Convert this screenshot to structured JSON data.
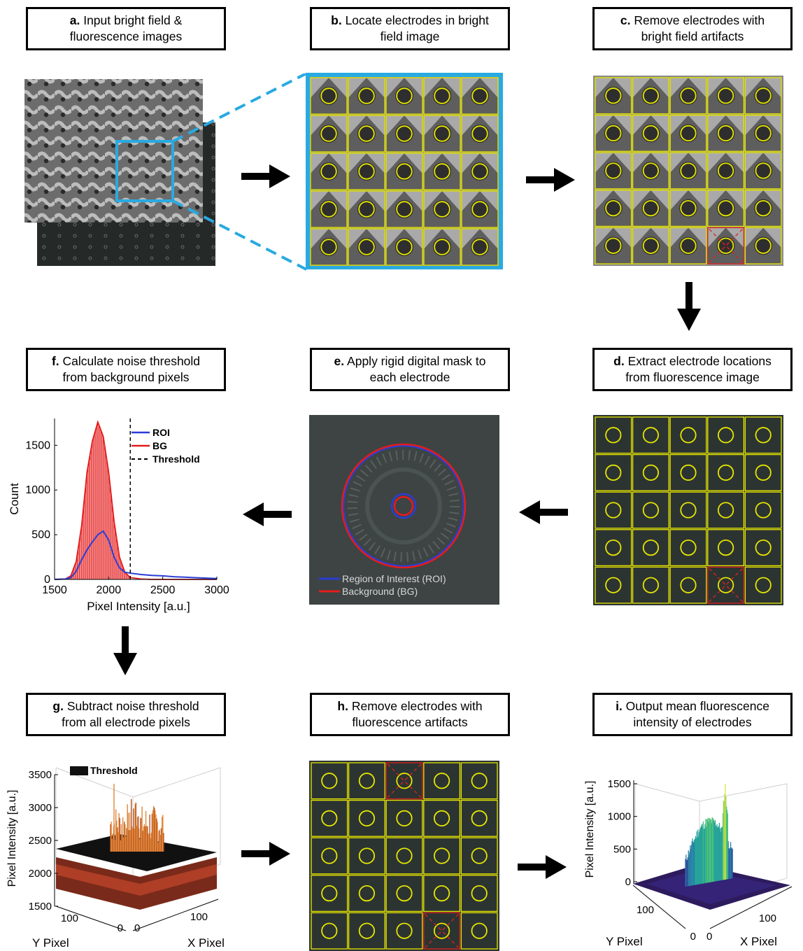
{
  "steps": {
    "a": {
      "letter": "a.",
      "line1": "Input bright field &",
      "line2": "fluorescence images"
    },
    "b": {
      "letter": "b.",
      "line1": "Locate electrodes in bright",
      "line2": "field image"
    },
    "c": {
      "letter": "c.",
      "line1": "Remove electrodes with",
      "line2": "bright field artifacts"
    },
    "d": {
      "letter": "d.",
      "line1": "Extract electrode locations",
      "line2": "from fluorescence image"
    },
    "e": {
      "letter": "e.",
      "line1": "Apply rigid digital mask to",
      "line2": "each electrode"
    },
    "f": {
      "letter": "f.",
      "line1": "Calculate noise threshold",
      "line2": "from background pixels"
    },
    "g": {
      "letter": "g.",
      "line1": "Subtract noise threshold",
      "line2": "from all electrode pixels"
    },
    "h": {
      "letter": "h.",
      "line1": "Remove electrodes with",
      "line2": "fluorescence artifacts"
    },
    "i": {
      "letter": "i.",
      "line1": "Output mean fluorescence",
      "line2": "intensity of electrodes"
    }
  },
  "grids": {
    "rows": 5,
    "cols": 5,
    "c_removed": [
      [
        4,
        3
      ]
    ],
    "d_removed": [
      [
        4,
        3
      ]
    ],
    "h_removed": [
      [
        0,
        2
      ],
      [
        4,
        3
      ]
    ]
  },
  "mask_legend": {
    "roi": "Region of Interest (ROI)",
    "bg": "Background (BG)"
  },
  "colors": {
    "accent_blue": "#29aae1",
    "grid_yellow": "#e6e600",
    "removed_red": "#e02020",
    "roi_blue": "#2b3dd6",
    "bg_red": "#e41c1c",
    "arrow": "#000000"
  },
  "chart_data": [
    {
      "type": "histogram",
      "xlabel": "Pixel Intensity [a.u.]",
      "ylabel": "Count",
      "xlim": [
        1500,
        3000
      ],
      "ylim": [
        0,
        1800
      ],
      "xticks": [
        "1500",
        "2000",
        "2500",
        "3000"
      ],
      "yticks": [
        "0",
        "500",
        "1000",
        "1500"
      ],
      "legend_position": "top-right",
      "series": [
        {
          "name": "ROI",
          "color": "#2b3dd6",
          "x": [
            1500,
            1600,
            1650,
            1700,
            1750,
            1800,
            1850,
            1900,
            1950,
            2000,
            2050,
            2100,
            2150,
            2200,
            2300,
            2400,
            2500,
            2600,
            2700,
            2800,
            2900,
            3000
          ],
          "values": [
            0,
            5,
            20,
            90,
            220,
            330,
            420,
            500,
            540,
            440,
            250,
            130,
            80,
            70,
            55,
            45,
            40,
            30,
            25,
            20,
            15,
            10
          ]
        },
        {
          "name": "BG",
          "color": "#e41c1c",
          "x": [
            1500,
            1600,
            1650,
            1700,
            1750,
            1800,
            1850,
            1900,
            1950,
            2000,
            2050,
            2100,
            2150,
            2200,
            2300,
            2400,
            2500,
            2600,
            2700,
            2800,
            2900,
            3000
          ],
          "values": [
            0,
            5,
            40,
            200,
            600,
            1200,
            1550,
            1760,
            1600,
            1200,
            650,
            250,
            80,
            20,
            5,
            0,
            0,
            0,
            0,
            0,
            0,
            0
          ]
        },
        {
          "name": "Threshold",
          "color": "#000000",
          "x": [
            2200
          ],
          "values": [
            1800
          ]
        }
      ]
    },
    {
      "type": "surface3d",
      "title": "",
      "zlabel": "Pixel Intensity [a.u.]",
      "xlabel": "X Pixel",
      "ylabel": "Y Pixel",
      "zlim": [
        1500,
        3500
      ],
      "zticks": [
        "1500",
        "2000",
        "2500",
        "3000",
        "3500"
      ],
      "xticks": [
        "0",
        "100"
      ],
      "yticks": [
        "0",
        "100"
      ],
      "legend": [
        "Threshold"
      ],
      "threshold": 2200
    },
    {
      "type": "surface3d",
      "zlabel": "Pixel Intensity [a.u.]",
      "xlabel": "X Pixel",
      "ylabel": "Y Pixel",
      "zlim": [
        0,
        1500
      ],
      "zticks": [
        "0",
        "500",
        "1000",
        "1500"
      ],
      "xticks": [
        "0",
        "100"
      ],
      "yticks": [
        "0",
        "100"
      ]
    }
  ]
}
